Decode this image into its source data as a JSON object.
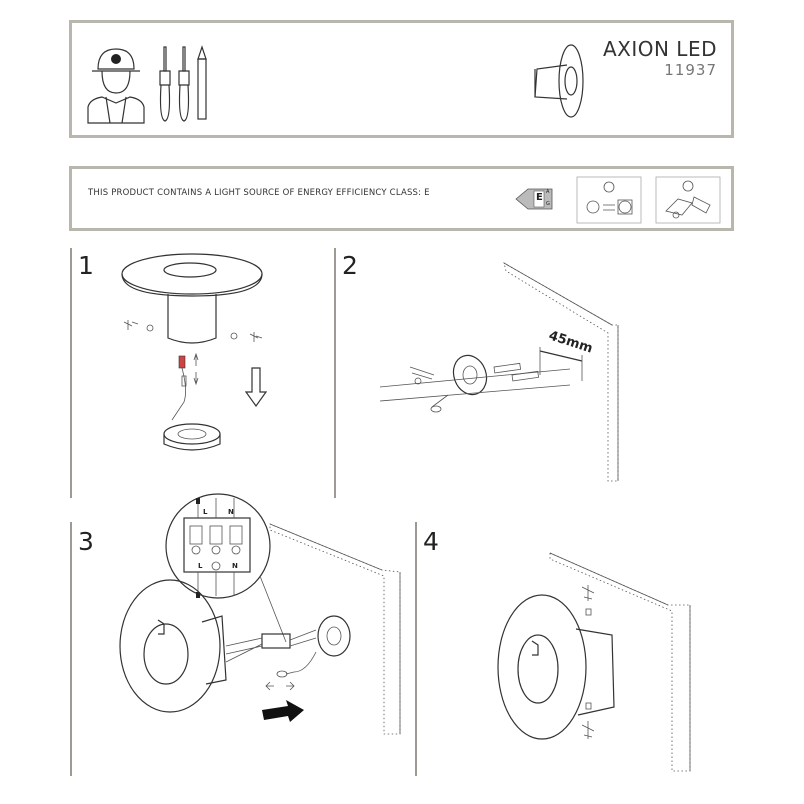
{
  "header": {
    "product_name": "AXION LED",
    "product_code": "11937"
  },
  "energy": {
    "notice": "THIS PRODUCT CONTAINS A LIGHT SOURCE OF ENERGY EFFICIENCY CLASS: E",
    "label_class": "E",
    "label_scale_top": "A",
    "label_scale_bottom": "G"
  },
  "steps": [
    {
      "number": "1"
    },
    {
      "number": "2",
      "dimension": "45mm"
    },
    {
      "number": "3",
      "terminal_top_left": "L",
      "terminal_top_right": "N",
      "terminal_bottom_left": "L",
      "terminal_bottom_right": "N"
    },
    {
      "number": "4"
    }
  ],
  "icons": {
    "installer": "electrician-icon",
    "tools": "screwdriver-pencil-icon",
    "lamp_replace": "lamp-replace-icon",
    "fixture_care": "fixture-care-icon"
  }
}
